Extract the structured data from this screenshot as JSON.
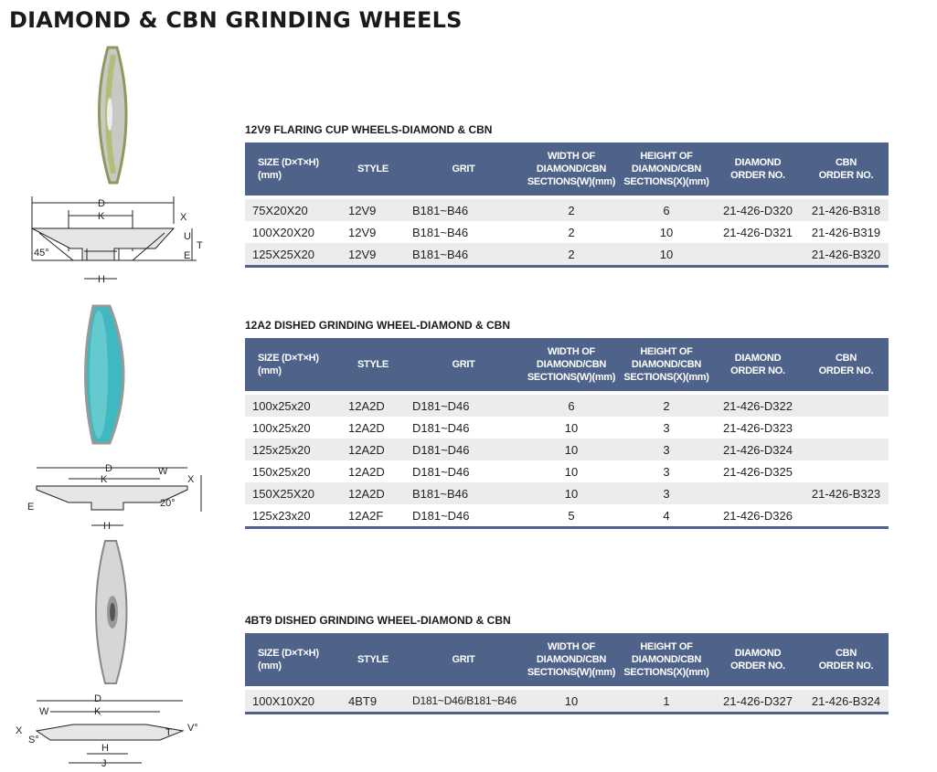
{
  "title": "DIAMOND & CBN GRINDING WHEELS",
  "headers": [
    "SIZE (D×T×H)\n(mm)",
    "STYLE",
    "GRIT",
    "WIDTH OF\nDIAMOND/CBN\nSECTIONS(W)(mm)",
    "HEIGHT OF\nDIAMOND/CBN\nSECTIONS(X)(mm)",
    "DIAMOND\nORDER NO.",
    "CBN\nORDER NO."
  ],
  "sections": [
    {
      "title": "12V9 FLARING CUP WHEELS-DIAMOND & CBN",
      "rows": [
        [
          "75X20X20",
          "12V9",
          "B181~B46",
          "2",
          "6",
          "21-426-D320",
          "21-426-B318"
        ],
        [
          "100X20X20",
          "12V9",
          "B181~B46",
          "2",
          "10",
          "21-426-D321",
          "21-426-B319"
        ],
        [
          "125X25X20",
          "12V9",
          "B181~B46",
          "2",
          "10",
          "",
          "21-426-B320"
        ]
      ]
    },
    {
      "title": "12A2 DISHED GRINDING WHEEL-DIAMOND & CBN",
      "rows": [
        [
          "100x25x20",
          "12A2D",
          "D181~D46",
          "6",
          "2",
          "21-426-D322",
          ""
        ],
        [
          "100x25x20",
          "12A2D",
          "D181~D46",
          "10",
          "3",
          "21-426-D323",
          ""
        ],
        [
          "125x25x20",
          "12A2D",
          "D181~D46",
          "10",
          "3",
          "21-426-D324",
          ""
        ],
        [
          "150x25x20",
          "12A2D",
          "D181~D46",
          "10",
          "3",
          "21-426-D325",
          ""
        ],
        [
          "150X25X20",
          "12A2D",
          "B181~B46",
          "10",
          "3",
          "",
          "21-426-B323"
        ],
        [
          "125x23x20",
          "12A2F",
          "D181~D46",
          "5",
          "4",
          "21-426-D326",
          ""
        ]
      ]
    },
    {
      "title": "4BT9 DISHED GRINDING WHEEL-DIAMOND & CBN",
      "rows": [
        [
          "100X10X20",
          "4BT9",
          "D181~D46/B181~B46",
          "10",
          "1",
          "21-426-D327",
          "21-426-B324"
        ]
      ]
    }
  ],
  "diagrams": {
    "d1": {
      "D": "D",
      "K": "K",
      "X": "X",
      "U": "U",
      "T": "T",
      "E": "E",
      "H": "H",
      "angle": "45°"
    },
    "d2": {
      "D": "D",
      "K": "K",
      "W": "W",
      "X": "X",
      "E": "E",
      "H": "H",
      "angle": "20°"
    },
    "d3": {
      "D": "D",
      "K": "K",
      "W": "W",
      "X": "X",
      "S": "S°",
      "T": "T",
      "V": "V°",
      "H": "H",
      "J": "J"
    }
  },
  "colors": {
    "header": "#4f638a",
    "stripe": "#ececec",
    "wheel_teal": "#3fb8c0"
  }
}
